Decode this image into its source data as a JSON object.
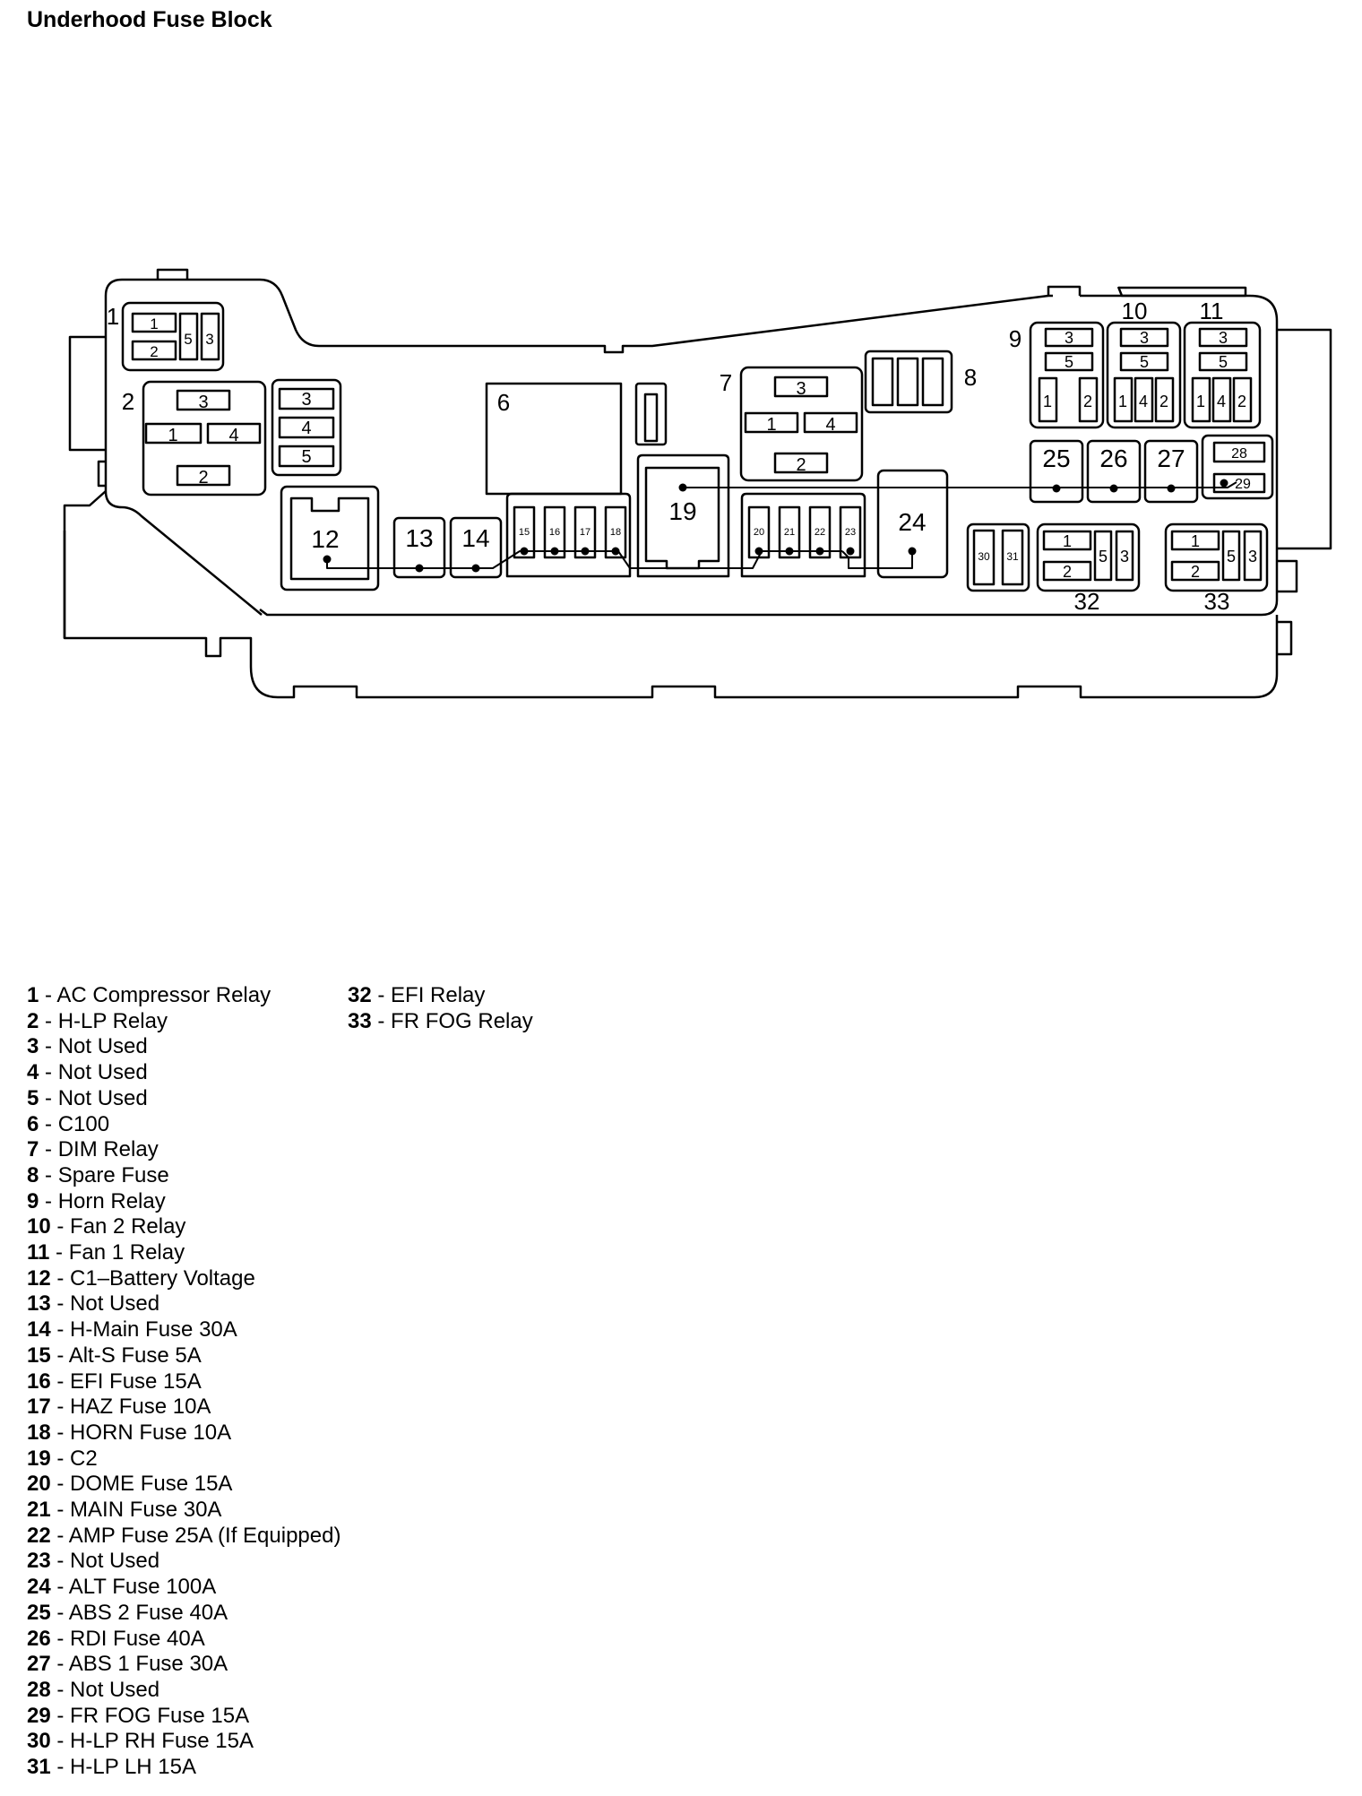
{
  "title": "Underhood Fuse Block",
  "block_labels": {
    "1": "1",
    "2": "2",
    "6": "6",
    "7": "7",
    "8": "8",
    "9": "9",
    "10": "10",
    "11": "11",
    "12": "12",
    "13": "13",
    "14": "14",
    "15": "15",
    "16": "16",
    "17": "17",
    "18": "18",
    "19": "19",
    "20": "20",
    "21": "21",
    "22": "22",
    "23": "23",
    "24": "24",
    "25": "25",
    "26": "26",
    "27": "27",
    "28": "28",
    "29": "29",
    "30": "30",
    "31": "31",
    "32": "32",
    "33": "33"
  },
  "pin_labels": {
    "p1": "1",
    "p2": "2",
    "p3": "3",
    "p4": "4",
    "p5": "5"
  },
  "legend_separator": " - ",
  "legend": [
    {
      "num": "1",
      "text": "AC Compressor Relay"
    },
    {
      "num": "2",
      "text": "H-LP Relay"
    },
    {
      "num": "3",
      "text": "Not Used"
    },
    {
      "num": "4",
      "text": "Not Used"
    },
    {
      "num": "5",
      "text": "Not Used"
    },
    {
      "num": "6",
      "text": "C100"
    },
    {
      "num": "7",
      "text": "DIM Relay"
    },
    {
      "num": "8",
      "text": "Spare Fuse"
    },
    {
      "num": "9",
      "text": "Horn Relay"
    },
    {
      "num": "10",
      "text": "Fan 2 Relay"
    },
    {
      "num": "11",
      "text": "Fan 1 Relay"
    },
    {
      "num": "12",
      "text": "C1–Battery Voltage"
    },
    {
      "num": "13",
      "text": "Not Used"
    },
    {
      "num": "14",
      "text": "H-Main Fuse 30A"
    },
    {
      "num": "15",
      "text": "Alt-S Fuse 5A"
    },
    {
      "num": "16",
      "text": "EFI Fuse 15A"
    },
    {
      "num": "17",
      "text": "HAZ Fuse 10A"
    },
    {
      "num": "18",
      "text": "HORN Fuse 10A"
    },
    {
      "num": "19",
      "text": "C2"
    },
    {
      "num": "20",
      "text": "DOME Fuse 15A"
    },
    {
      "num": "21",
      "text": "MAIN Fuse 30A"
    },
    {
      "num": "22",
      "text": "AMP Fuse 25A (If Equipped)"
    },
    {
      "num": "23",
      "text": "Not Used"
    },
    {
      "num": "24",
      "text": "ALT Fuse 100A"
    },
    {
      "num": "25",
      "text": "ABS 2 Fuse 40A"
    },
    {
      "num": "26",
      "text": "RDI Fuse 40A"
    },
    {
      "num": "27",
      "text": "ABS 1 Fuse 30A"
    },
    {
      "num": "28",
      "text": "Not Used"
    },
    {
      "num": "29",
      "text": "FR FOG Fuse 15A"
    },
    {
      "num": "30",
      "text": "H-LP RH Fuse 15A"
    },
    {
      "num": "31",
      "text": "H-LP LH 15A"
    },
    {
      "num": "32",
      "text": "EFI Relay"
    },
    {
      "num": "33",
      "text": "FR FOG Relay"
    }
  ]
}
